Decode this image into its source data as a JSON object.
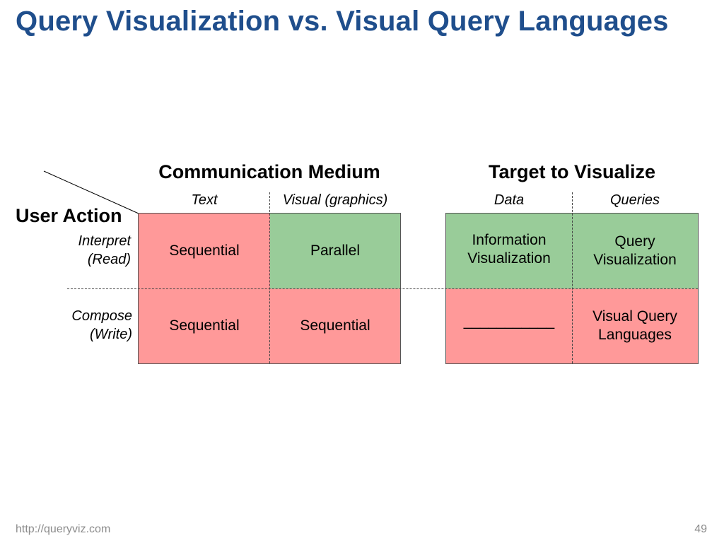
{
  "title": "Query Visualization vs. Visual Query Languages",
  "groups": {
    "communication_medium": "Communication Medium",
    "target_to_visualize": "Target to Visualize"
  },
  "columns": {
    "text": "Text",
    "visual": "Visual (graphics)",
    "data": "Data",
    "queries": "Queries"
  },
  "rows": {
    "axis_label": "User Action",
    "interpret": "Interpret\n(Read)",
    "compose": "Compose\n(Write)"
  },
  "cells": {
    "interpret_text": "Sequential",
    "interpret_visual": "Parallel",
    "compose_text": "Sequential",
    "compose_visual": "Sequential",
    "interpret_data": "Information\nVisualization",
    "interpret_queries": "Query\nVisualization",
    "compose_data": "___________",
    "compose_queries": "Visual Query\nLanguages"
  },
  "colors": {
    "title": "#1f4e8c",
    "negative_cell": "#ff9999",
    "positive_cell": "#99cc99"
  },
  "footer": {
    "url": "http://queryviz.com",
    "page": "49"
  }
}
